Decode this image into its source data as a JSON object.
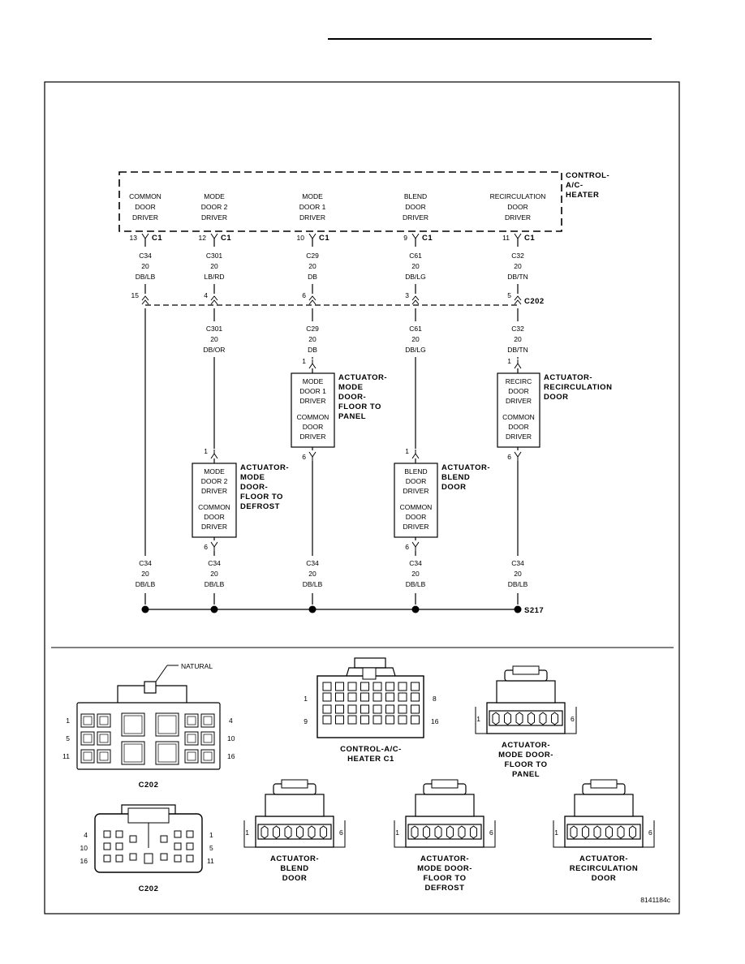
{
  "module": {
    "title": [
      "CONTROL-",
      "A/C-",
      "HEATER"
    ],
    "connector": "C1",
    "drivers": [
      {
        "lines": [
          "COMMON",
          "DOOR",
          "DRIVER"
        ],
        "pin": "13"
      },
      {
        "lines": [
          "MODE",
          "DOOR 2",
          "DRIVER"
        ],
        "pin": "12"
      },
      {
        "lines": [
          "MODE",
          "DOOR 1",
          "DRIVER"
        ],
        "pin": "10"
      },
      {
        "lines": [
          "BLEND",
          "DOOR",
          "DRIVER"
        ],
        "pin": "9"
      },
      {
        "lines": [
          "RECIRCULATION",
          "DOOR",
          "DRIVER"
        ],
        "pin": "11"
      }
    ]
  },
  "upper_wires": [
    {
      "circuit": "C34",
      "gauge": "20",
      "color": "DB/LB"
    },
    {
      "circuit": "C301",
      "gauge": "20",
      "color": "LB/RD"
    },
    {
      "circuit": "C29",
      "gauge": "20",
      "color": "DB"
    },
    {
      "circuit": "C61",
      "gauge": "20",
      "color": "DB/LG"
    },
    {
      "circuit": "C32",
      "gauge": "20",
      "color": "DB/TN"
    }
  ],
  "c202": {
    "name": "C202",
    "pins": [
      "15",
      "4",
      "6",
      "3",
      "5"
    ]
  },
  "middle_wires": [
    {
      "circuit": "C301",
      "gauge": "20",
      "color": "DB/OR"
    },
    {
      "circuit": "C29",
      "gauge": "20",
      "color": "DB"
    },
    {
      "circuit": "C61",
      "gauge": "20",
      "color": "DB/LG"
    },
    {
      "circuit": "C32",
      "gauge": "20",
      "color": "DB/TN"
    }
  ],
  "actuators": [
    {
      "name": [
        "ACTUATOR-",
        "MODE",
        "DOOR-",
        "FLOOR TO",
        "DEFROST"
      ],
      "top": [
        "MODE",
        "DOOR 2",
        "DRIVER"
      ],
      "bottom": [
        "COMMON",
        "DOOR",
        "DRIVER"
      ],
      "pin_in": "1",
      "pin_out": "6"
    },
    {
      "name": [
        "ACTUATOR-",
        "MODE",
        "DOOR-",
        "FLOOR TO",
        "PANEL"
      ],
      "top": [
        "MODE",
        "DOOR 1",
        "DRIVER"
      ],
      "bottom": [
        "COMMON",
        "DOOR",
        "DRIVER"
      ],
      "pin_in": "1",
      "pin_out": "6"
    },
    {
      "name": [
        "ACTUATOR-",
        "BLEND",
        "DOOR"
      ],
      "top": [
        "BLEND",
        "DOOR",
        "DRIVER"
      ],
      "bottom": [
        "COMMON",
        "DOOR",
        "DRIVER"
      ],
      "pin_in": "1",
      "pin_out": "6"
    },
    {
      "name": [
        "ACTUATOR-",
        "RECIRCULATION",
        "DOOR"
      ],
      "top": [
        "RECIRC",
        "DOOR",
        "DRIVER"
      ],
      "bottom": [
        "COMMON",
        "DOOR",
        "DRIVER"
      ],
      "pin_in": "1",
      "pin_out": "6"
    }
  ],
  "lower_wires": [
    {
      "circuit": "C34",
      "gauge": "20",
      "color": "DB/LB"
    },
    {
      "circuit": "C34",
      "gauge": "20",
      "color": "DB/LB"
    },
    {
      "circuit": "C34",
      "gauge": "20",
      "color": "DB/LB"
    },
    {
      "circuit": "C34",
      "gauge": "20",
      "color": "DB/LB"
    },
    {
      "circuit": "C34",
      "gauge": "20",
      "color": "DB/LB"
    }
  ],
  "splice": "S217",
  "connector_views": {
    "natural": "NATURAL",
    "c202_top": {
      "caption": "C202",
      "pins": [
        "1",
        "5",
        "11",
        "4",
        "10",
        "16"
      ]
    },
    "c202_bottom": {
      "caption": "C202",
      "pins": [
        "4",
        "10",
        "16",
        "1",
        "5",
        "11"
      ]
    },
    "control_c1": {
      "caption": [
        "CONTROL-A/C-",
        "HEATER C1"
      ],
      "pins": [
        "1",
        "9",
        "8",
        "16"
      ]
    },
    "act_panel": {
      "caption": [
        "ACTUATOR-",
        "MODE DOOR-",
        "FLOOR TO",
        "PANEL"
      ],
      "pins": [
        "1",
        "6"
      ]
    },
    "act_blend": {
      "caption": [
        "ACTUATOR-",
        "BLEND",
        "DOOR"
      ],
      "pins": [
        "1",
        "6"
      ]
    },
    "act_defrost": {
      "caption": [
        "ACTUATOR-",
        "MODE DOOR-",
        "FLOOR TO",
        "DEFROST"
      ],
      "pins": [
        "1",
        "6"
      ]
    },
    "act_recirc": {
      "caption": [
        "ACTUATOR-",
        "RECIRCULATION",
        "DOOR"
      ],
      "pins": [
        "1",
        "6"
      ]
    }
  },
  "figure_id": "8141184c"
}
